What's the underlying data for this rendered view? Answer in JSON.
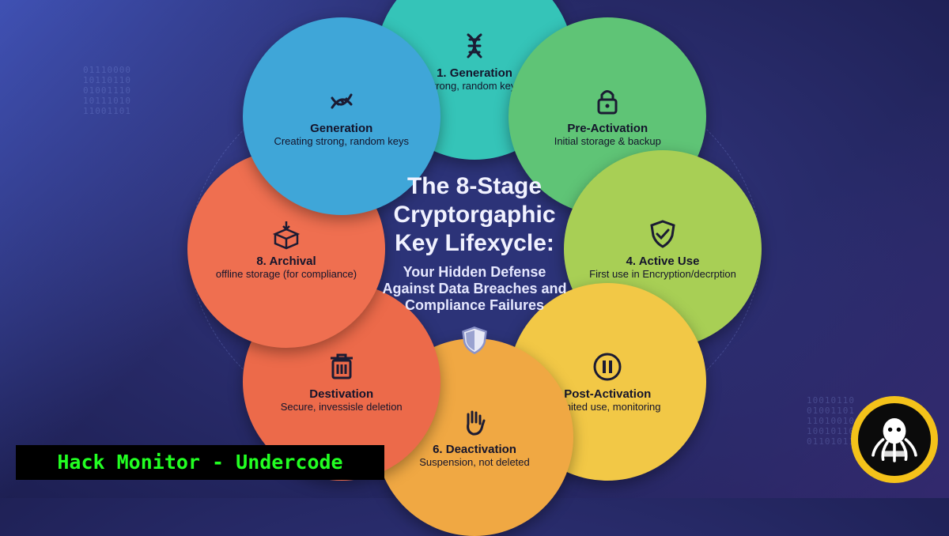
{
  "diagram": {
    "title_lines": [
      "The 8-Stage",
      "Cryptorgaphic",
      "Key Lifexycle:"
    ],
    "subtitle_lines": [
      "Your Hidden Defense",
      "Against Data Breaches and",
      "Compliance Failures"
    ],
    "center_icon": "shield-icon",
    "stages": [
      {
        "id": "gen1",
        "title": "1. Generation",
        "desc": "strong, random keys",
        "icon": "dna-icon",
        "color": "#35c4b8"
      },
      {
        "id": "preact",
        "title": "Pre-Activation",
        "desc": "Initial storage & backup",
        "icon": "lock-icon",
        "color": "#5fc476"
      },
      {
        "id": "active",
        "title": "4. Active Use",
        "desc": "First use in Encryption/decrption",
        "icon": "shield-check-icon",
        "color": "#a8cf55"
      },
      {
        "id": "postact",
        "title": "Post-Activation",
        "desc": "Limited use, monitoring",
        "icon": "pause-icon",
        "color": "#f2c846"
      },
      {
        "id": "deact",
        "title": "6. Deactivation",
        "desc": "Suspension, not deleted",
        "icon": "hand-icon",
        "color": "#f0a843"
      },
      {
        "id": "destiv",
        "title": "Destivation",
        "desc": "Secure, invessisle deletion",
        "icon": "trash-icon",
        "color": "#ec6a4a"
      },
      {
        "id": "archival",
        "title": "8. Archival",
        "desc": "offline storage (for compliance)",
        "icon": "box-icon",
        "color": "#ef6f50"
      },
      {
        "id": "gen2",
        "title": "Generation",
        "desc": "Creating strong, random keys",
        "icon": "dna-key-icon",
        "color": "#3fa6d8"
      }
    ]
  },
  "brand": {
    "label": "Hack Monitor - Undercode",
    "color": "#22ff22"
  },
  "logo": {
    "icon": "octopus-logo-icon",
    "color": "#f4c21a"
  }
}
